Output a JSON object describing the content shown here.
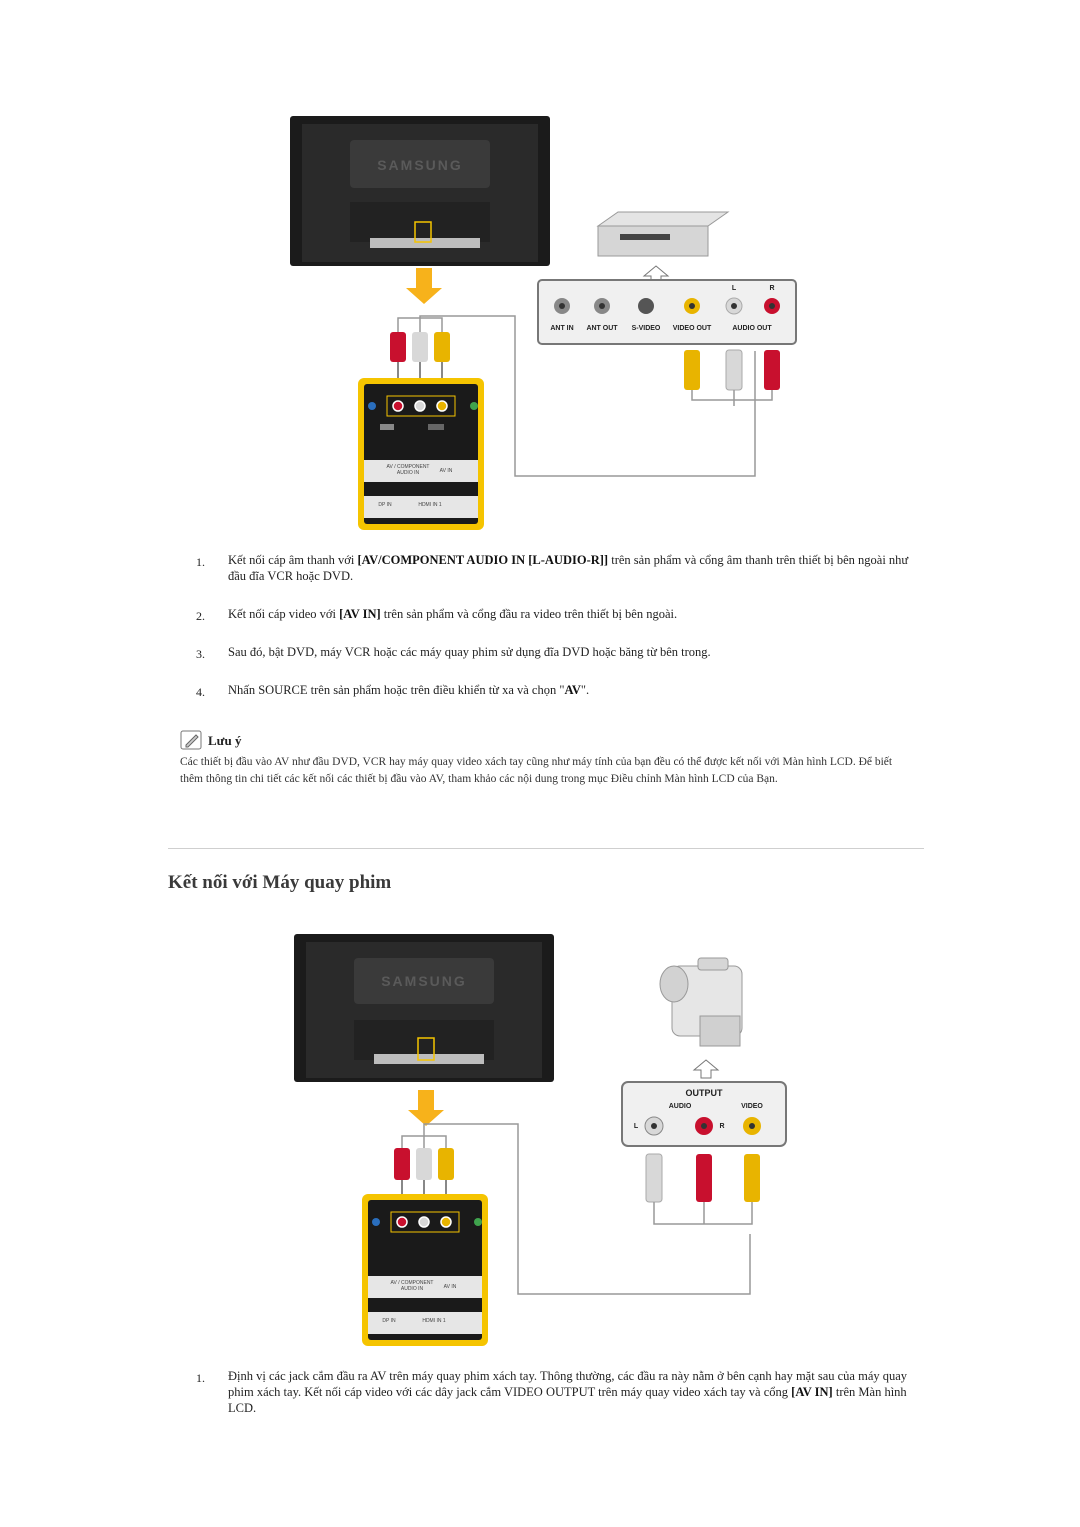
{
  "diagram1": {
    "brand": "SAMSUNG",
    "source_ports": [
      "ANT IN",
      "ANT OUT",
      "S-VIDEO",
      "VIDEO OUT",
      "AUDIO OUT"
    ],
    "lr_labels": [
      "L",
      "R"
    ],
    "panel_labels": [
      "AV / COMPONENT",
      "AUDIO IN",
      "AV IN",
      "DP IN",
      "HDMI IN 1"
    ]
  },
  "steps1": [
    {
      "num": "1.",
      "pre": "Kết nối cáp âm thanh với ",
      "bold1": "[AV/COMPONENT AUDIO IN [L-AUDIO-R]]",
      "post": " trên sản phẩm và cổng âm thanh trên thiết bị bên ngoài như đầu đĩa VCR hoặc DVD."
    },
    {
      "num": "2.",
      "pre": "Kết nối cáp video với ",
      "bold1": "[AV IN]",
      "post": " trên sản phẩm và cổng đầu ra video trên thiết bị bên ngoài."
    },
    {
      "num": "3.",
      "text": "Sau đó, bật DVD, máy VCR hoặc các máy quay phim sử dụng đĩa DVD hoặc băng từ bên trong."
    },
    {
      "num": "4.",
      "pre": "Nhấn SOURCE trên sản phẩm hoặc trên điều khiển từ xa và chọn \"",
      "bold1": "AV",
      "post": "\"."
    }
  ],
  "note": {
    "title": "Lưu ý",
    "text": "Các thiết bị đầu vào AV như đầu DVD, VCR hay máy quay video xách tay cũng như máy tính của bạn đều có thể được kết nối với Màn hình LCD. Để biết thêm thông tin chi tiết các kết nối các thiết bị đầu vào AV, tham khảo các nội dung trong mục Điều chỉnh Màn hình LCD của Bạn."
  },
  "section2": {
    "title": "Kết nối với Máy quay phim"
  },
  "diagram2": {
    "brand": "SAMSUNG",
    "output_title": "OUTPUT",
    "output_labels": [
      "AUDIO",
      "VIDEO"
    ],
    "lr_labels": [
      "L",
      "R"
    ],
    "panel_labels": [
      "AV / COMPONENT",
      "AUDIO IN",
      "AV IN",
      "DP IN",
      "HDMI IN 1"
    ]
  },
  "steps2": [
    {
      "num": "1.",
      "pre": "Định vị các jack cắm đầu ra AV trên máy quay phim xách tay. Thông thường, các đầu ra này nằm ở bên cạnh hay mặt sau của máy quay phim xách tay. Kết nối cáp video với các dây jack cắm VIDEO OUTPUT trên máy quay video xách tay và cổng ",
      "bold1": "[AV IN]",
      "post": " trên Màn hình LCD."
    }
  ],
  "colors": {
    "panel_yellow": "#f5c400",
    "arrow_orange": "#f7b21b",
    "plug_red": "#c8102e",
    "plug_white": "#d8d8d8",
    "plug_yellow": "#e8b400"
  }
}
